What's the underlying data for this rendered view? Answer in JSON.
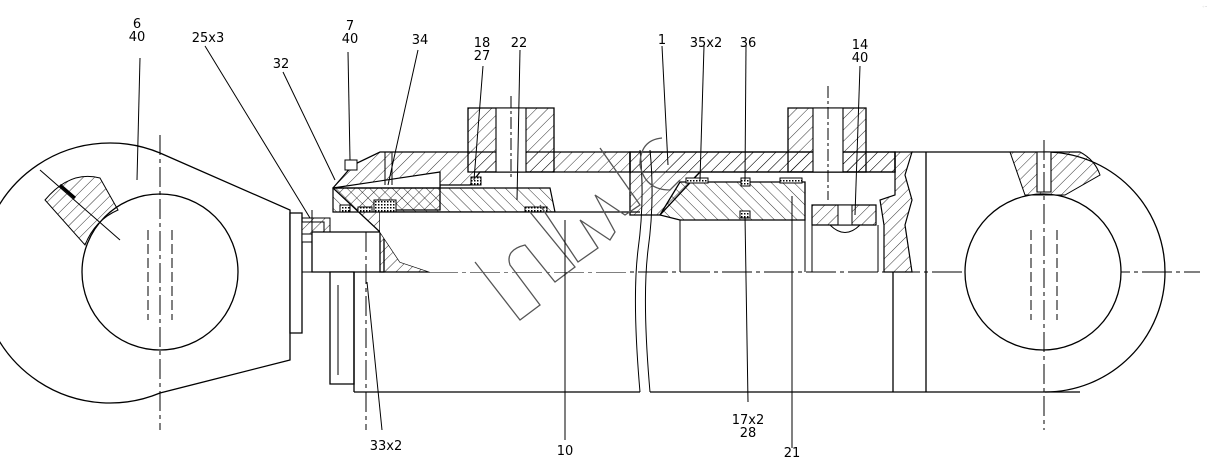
{
  "watermark": "UMC",
  "callouts": [
    {
      "id": "c-6-40",
      "lines": [
        "6",
        "40"
      ]
    },
    {
      "id": "c-25x3",
      "lines": [
        "25x3"
      ]
    },
    {
      "id": "c-32",
      "lines": [
        "32"
      ]
    },
    {
      "id": "c-7-40",
      "lines": [
        "7",
        "40"
      ]
    },
    {
      "id": "c-34",
      "lines": [
        "34"
      ]
    },
    {
      "id": "c-18-27",
      "lines": [
        "18",
        "27"
      ]
    },
    {
      "id": "c-22",
      "lines": [
        "22"
      ]
    },
    {
      "id": "c-1",
      "lines": [
        "1"
      ]
    },
    {
      "id": "c-35x2",
      "lines": [
        "35x2"
      ]
    },
    {
      "id": "c-36",
      "lines": [
        "36"
      ]
    },
    {
      "id": "c-14-40",
      "lines": [
        "14",
        "40"
      ]
    },
    {
      "id": "c-33x2",
      "lines": [
        "33x2"
      ]
    },
    {
      "id": "c-10",
      "lines": [
        "10"
      ]
    },
    {
      "id": "c-17x2-28",
      "lines": [
        "17x2",
        "28"
      ]
    },
    {
      "id": "c-21",
      "lines": [
        "21"
      ]
    }
  ]
}
